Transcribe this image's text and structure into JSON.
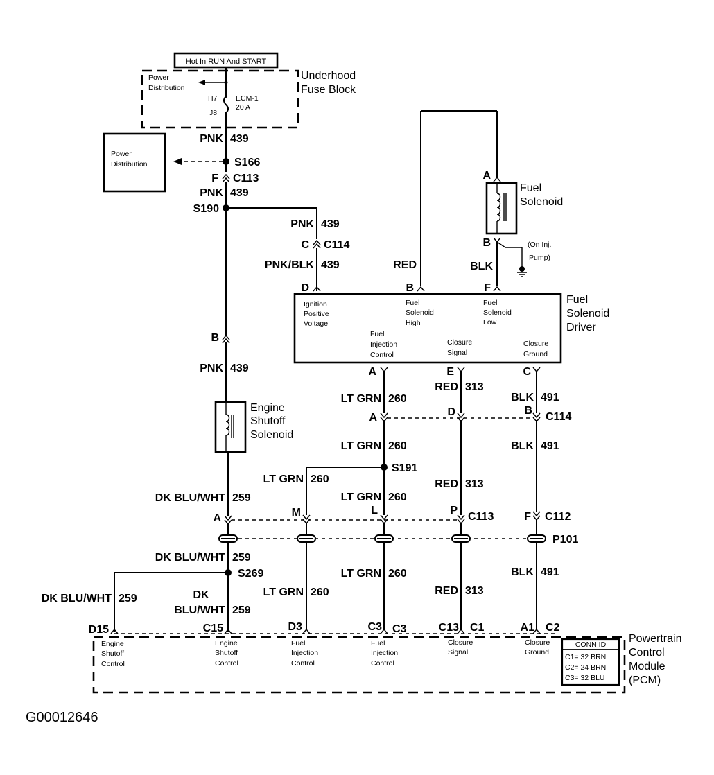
{
  "diagram_id": "G00012646",
  "supply": {
    "hot_label": "Hot In RUN And START",
    "fuse_block_title_1": "Underhood",
    "fuse_block_title_2": "Fuse Block",
    "power_dist_1": "Power",
    "power_dist_2": "Distribution",
    "pin_h7": "H7",
    "pin_j8": "J8",
    "fuse_name": "ECM-1",
    "fuse_rating": "20 A"
  },
  "power_distribution_box": {
    "line1": "Power",
    "line2": "Distribution"
  },
  "splices": {
    "s166": "S166",
    "s190": "S190",
    "s191": "S191",
    "s269": "S269",
    "p101": "P101"
  },
  "connectors": {
    "c113": "C113",
    "c114": "C114",
    "c112": "C112",
    "pin_f": "F",
    "pin_c": "C",
    "pin_d": "D",
    "pin_b": "B",
    "pin_a": "A",
    "pin_e": "E",
    "pin_m": "M",
    "pin_l": "L",
    "pin_p": "P"
  },
  "wires": {
    "pnk": "PNK",
    "pnk_num": "439",
    "pnk_blk": "PNK/BLK",
    "red": "RED",
    "blk": "BLK",
    "lt_grn": "LT GRN",
    "lt_grn_num": "260",
    "red_num": "313",
    "blk_num": "491",
    "dk_blu_wht": "DK BLU/WHT",
    "dk_blu_wht_num": "259",
    "dk": "DK",
    "blu_wht": "BLU/WHT"
  },
  "fuel_solenoid": {
    "title_1": "Fuel",
    "title_2": "Solenoid",
    "pin_a": "A",
    "pin_b": "B",
    "ground_note_1": "(On Inj.",
    "ground_note_2": "Pump)"
  },
  "fuel_solenoid_driver": {
    "title_1": "Fuel",
    "title_2": "Solenoid",
    "title_3": "Driver",
    "pins_top": [
      "D",
      "B",
      "F"
    ],
    "pins_bottom": [
      "A",
      "E",
      "C"
    ],
    "functions": [
      [
        "Ignition",
        "Positive",
        "Voltage"
      ],
      [
        "Fuel",
        "Solenoid",
        "High"
      ],
      [
        "Fuel",
        "Solenoid",
        "Low"
      ],
      [
        "Fuel",
        "Injection",
        "Control"
      ],
      [
        "Closure",
        "Signal"
      ],
      [
        "Closure",
        "Ground"
      ]
    ]
  },
  "engine_shutoff_solenoid": {
    "line1": "Engine",
    "line2": "Shutoff",
    "line3": "Solenoid"
  },
  "pcm": {
    "title_1": "Powertrain",
    "title_2": "Control",
    "title_3": "Module",
    "title_4": "(PCM)",
    "pins": [
      {
        "pin": "D15",
        "conn": "",
        "func": [
          "Engine",
          "Shutoff",
          "Control"
        ]
      },
      {
        "pin": "C15",
        "conn": "",
        "func": [
          "Engine",
          "Shutoff",
          "Control"
        ]
      },
      {
        "pin": "D3",
        "conn": "",
        "func": [
          "Fuel",
          "Injection",
          "Control"
        ]
      },
      {
        "pin": "C3",
        "conn": "C3",
        "func": [
          "Fuel",
          "Injection",
          "Control"
        ]
      },
      {
        "pin": "C13",
        "conn": "C1",
        "func": [
          "Closure",
          "Signal"
        ]
      },
      {
        "pin": "A1",
        "conn": "C2",
        "func": [
          "Closure",
          "Ground"
        ]
      }
    ],
    "conn_id": {
      "title": "CONN ID",
      "rows": [
        "C1= 32 BRN",
        "C2= 24 BRN",
        "C3= 32 BLU"
      ]
    }
  }
}
